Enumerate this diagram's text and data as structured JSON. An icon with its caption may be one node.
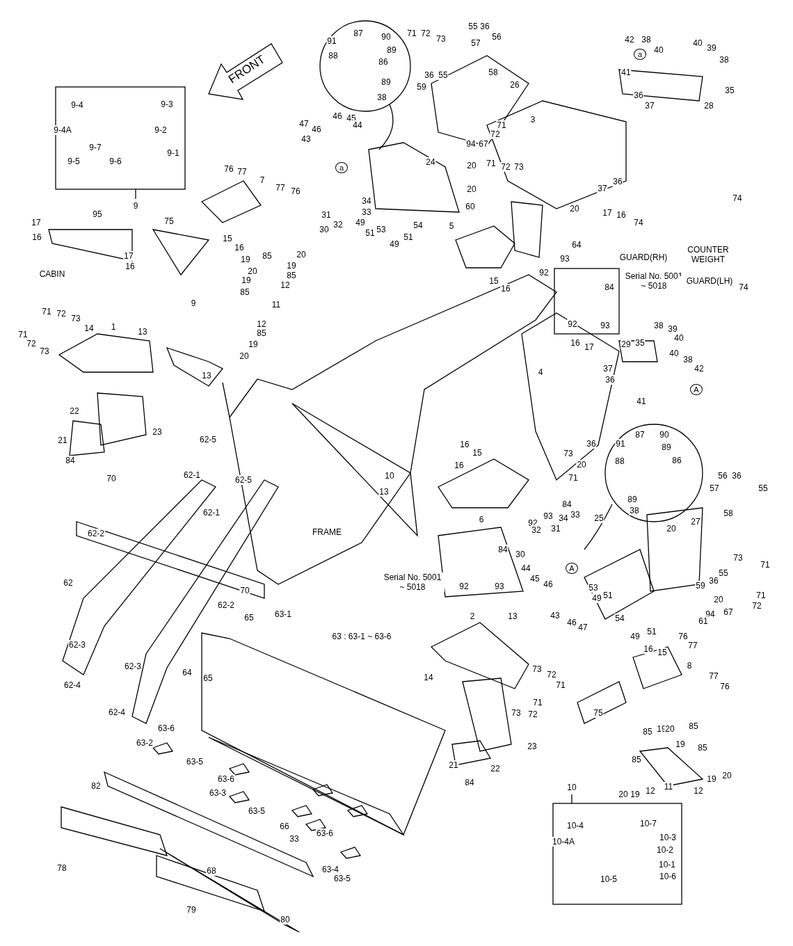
{
  "diagram": {
    "labels": [
      "FRONT",
      "91",
      "87",
      "90",
      "88",
      "89",
      "86",
      "89",
      "38",
      "71",
      "72",
      "73",
      "55",
      "36",
      "56",
      "57",
      "58",
      "36",
      "55",
      "59",
      "26",
      "42",
      "38",
      "40",
      "40",
      "39",
      "38",
      "a",
      "41",
      "36",
      "37",
      "28",
      "35",
      "9-4",
      "9-3",
      "9-4A",
      "9-2",
      "9-7",
      "9-1",
      "9-5",
      "9-6",
      "9",
      "47",
      "46",
      "43",
      "46",
      "45",
      "44",
      "a",
      "71",
      "72",
      "94",
      "67",
      "3",
      "71",
      "72",
      "73",
      "24",
      "20",
      "20",
      "60",
      "76",
      "77",
      "7",
      "77",
      "76",
      "17",
      "16",
      "95",
      "17",
      "16",
      "CABIN",
      "75",
      "15",
      "16",
      "34",
      "33",
      "31",
      "30",
      "32",
      "49",
      "51",
      "53",
      "54",
      "49",
      "51",
      "20",
      "37",
      "36",
      "17",
      "16",
      "74",
      "74",
      "GUARD(RH)",
      "COUNTER WEIGHT",
      "5",
      "64",
      "93",
      "92",
      "15",
      "16",
      "20",
      "19",
      "85",
      "19",
      "20",
      "85",
      "19",
      "12",
      "85",
      "11",
      "12",
      "85",
      "19",
      "20",
      "Serial No. 5001 ~ 5018",
      "84",
      "92",
      "93",
      "GUARD(LH)",
      "74",
      "9",
      "13",
      "1",
      "13",
      "71",
      "72",
      "73",
      "14",
      "71",
      "72",
      "73",
      "16",
      "17",
      "29",
      "35",
      "38",
      "39",
      "40",
      "40",
      "38",
      "42",
      "A",
      "37",
      "36",
      "41",
      "4",
      "22",
      "23",
      "21",
      "84",
      "70",
      "62-5",
      "62-1",
      "62-5",
      "16",
      "15",
      "16",
      "10",
      "13",
      "36",
      "73",
      "20",
      "71",
      "6",
      "84",
      "93",
      "92",
      "33",
      "34",
      "32",
      "31",
      "30",
      "Serial No. 5001 ~ 5018",
      "84",
      "92",
      "93",
      "FRAME",
      "62-1",
      "62-2",
      "70",
      "62",
      "91",
      "87",
      "90",
      "89",
      "88",
      "86",
      "89",
      "38",
      "25",
      "44",
      "45",
      "46",
      "20",
      "27",
      "57",
      "56",
      "36",
      "55",
      "58",
      "73",
      "71",
      "59",
      "36",
      "55",
      "20",
      "71",
      "94",
      "67",
      "72",
      "61",
      "53",
      "51",
      "49",
      "54",
      "49",
      "51",
      "43",
      "46",
      "47",
      "A",
      "62-2",
      "65",
      "63-1",
      "2",
      "13",
      "63 : 63-1 ~ 63-6",
      "62-3",
      "62-3",
      "64",
      "65",
      "62-4",
      "62-4",
      "16",
      "15",
      "76",
      "77",
      "8",
      "77",
      "76",
      "75",
      "14",
      "73",
      "72",
      "71",
      "71",
      "73",
      "72",
      "23",
      "63-6",
      "63-2",
      "63-5",
      "63-6",
      "63-3",
      "63-5",
      "85",
      "19",
      "20",
      "85",
      "19",
      "85",
      "85",
      "11",
      "12",
      "12",
      "19",
      "20",
      "20",
      "19",
      "21",
      "22",
      "84",
      "82",
      "66",
      "33",
      "63-6",
      "63-4",
      "63-5",
      "78",
      "68",
      "79",
      "80",
      "10",
      "10-4",
      "10-7",
      "10-3",
      "10-4A",
      "10-2",
      "10-1",
      "10-6",
      "10-5"
    ]
  }
}
